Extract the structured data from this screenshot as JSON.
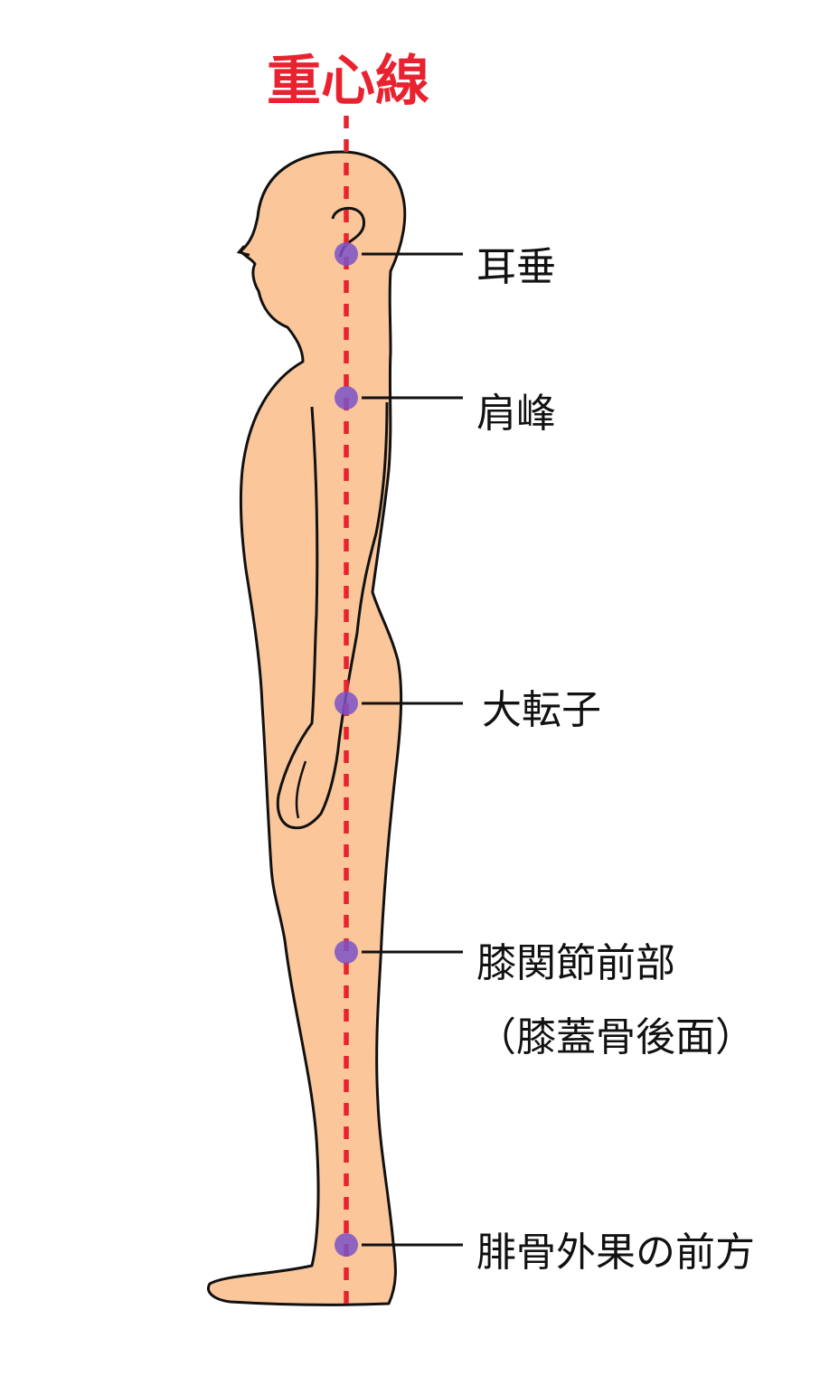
{
  "title": "重心線",
  "colors": {
    "title": "#e8232f",
    "line": "#e8232f",
    "body_fill": "#fbc79a",
    "outline": "#111111",
    "landmark": "#7a52c7",
    "leader": "#111111"
  },
  "landmarks": [
    {
      "id": "ear",
      "label": "耳垂"
    },
    {
      "id": "shoulder",
      "label": "肩峰"
    },
    {
      "id": "trochanter",
      "label": "大転子"
    },
    {
      "id": "knee",
      "label": "膝関節前部",
      "sublabel": "（膝蓋骨後面）"
    },
    {
      "id": "ankle",
      "label": "腓骨外果の前方"
    }
  ]
}
